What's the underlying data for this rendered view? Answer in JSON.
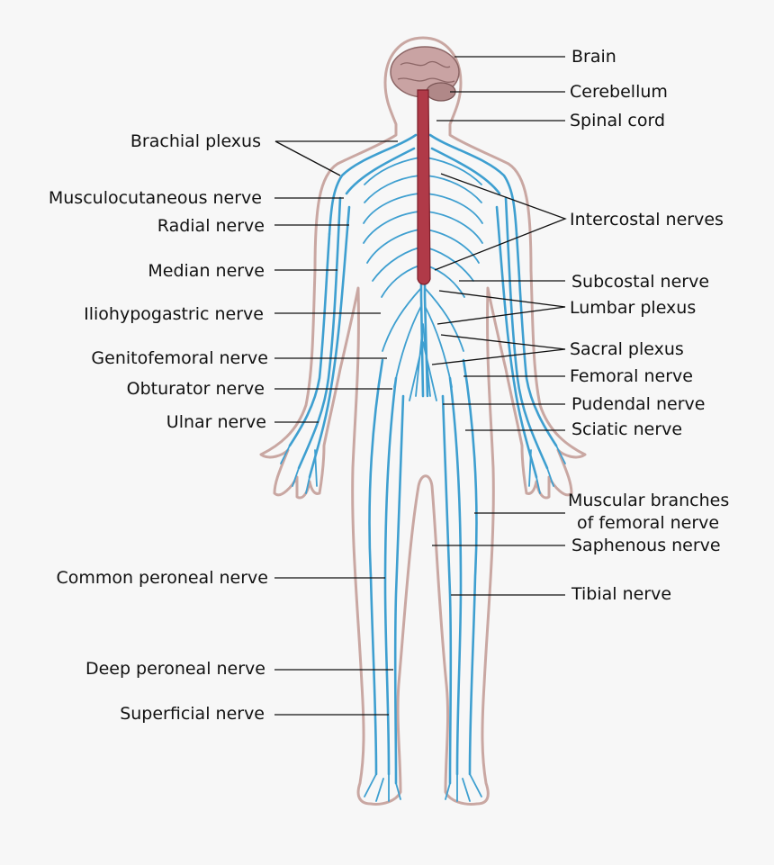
{
  "labels": {
    "brain": "Brain",
    "cerebellum": "Cerebellum",
    "spinal_cord": "Spinal cord",
    "brachial_plexus": "Brachial plexus",
    "musculocutaneous_nerve": "Musculocutaneous nerve",
    "radial_nerve": "Radial nerve",
    "intercostal_nerves": "Intercostal nerves",
    "median_nerve": "Median nerve",
    "subcostal_nerve": "Subcostal nerve",
    "lumbar_plexus": "Lumbar plexus",
    "iliohypogastric_nerve": "Iliohypogastric nerve",
    "sacral_plexus": "Sacral plexus",
    "genitofemoral_nerve": "Genitofemoral nerve",
    "femoral_nerve": "Femoral nerve",
    "obturator_nerve": "Obturator nerve",
    "pudendal_nerve": "Pudendal nerve",
    "ulnar_nerve": "Ulnar nerve",
    "sciatic_nerve": "Sciatic nerve",
    "muscular_branches_line1": "Muscular branches",
    "muscular_branches_line2": "of femoral nerve",
    "saphenous_nerve": "Saphenous nerve",
    "common_peroneal_nerve": "Common peroneal nerve",
    "tibial_nerve": "Tibial nerve",
    "deep_peroneal_nerve": "Deep peroneal nerve",
    "superficial_nerve": "Superficial nerve"
  },
  "colors": {
    "nerve": "#3e9fd0",
    "body_outline": "#c9a7a2",
    "brain": "#c9a3a3",
    "spinal_cord": "#b03a48",
    "background": "#f7f7f7"
  }
}
